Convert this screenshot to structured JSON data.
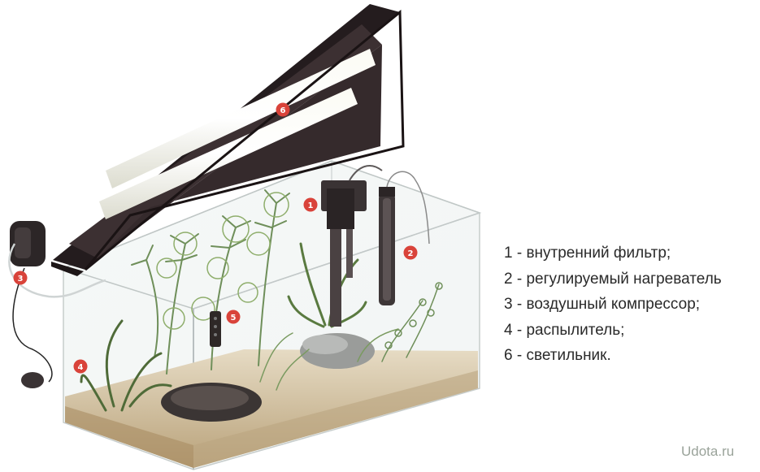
{
  "legend": {
    "items": [
      "1 - внутренний фильтр;",
      "2 - регулируемый нагреватель",
      "3 - воздушный компрессор;",
      "4 - распылитель;",
      "6 - светильник."
    ]
  },
  "markers": {
    "filter": "1",
    "heater": "2",
    "compressor": "3",
    "sprayer": "4",
    "marker_5": "5",
    "lamp": "6"
  },
  "watermark": "Udota.ru",
  "colors": {
    "marker_fill": "#d9433a",
    "lid_dark": "#2e2325",
    "glass_edge": "#b8bfc0",
    "sand": "#cfbf9e"
  }
}
